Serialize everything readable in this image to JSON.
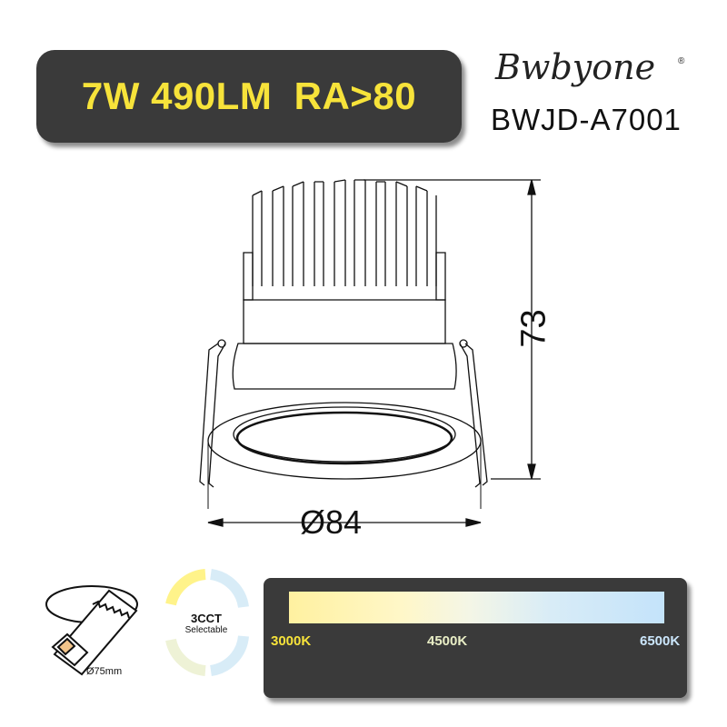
{
  "header": {
    "specs": "7W 490LM  RA>80",
    "brand": "Bwbyone",
    "registered": "®",
    "model": "BWJD-A7001"
  },
  "drawing": {
    "height_dim": "73",
    "diameter_dim": "Ø84"
  },
  "cutout": {
    "label": "Ø75mm"
  },
  "cct": {
    "label": "3CCT",
    "sublabel": "Selectable",
    "temps": [
      "3000K",
      "4500K",
      "6500K"
    ]
  },
  "colors": {
    "accent_yellow": "#f7e33a",
    "panel_dark": "#3a3a3a",
    "warm": "#fff1a0",
    "neutral": "#eef2d6",
    "cool": "#c4e3fa"
  }
}
